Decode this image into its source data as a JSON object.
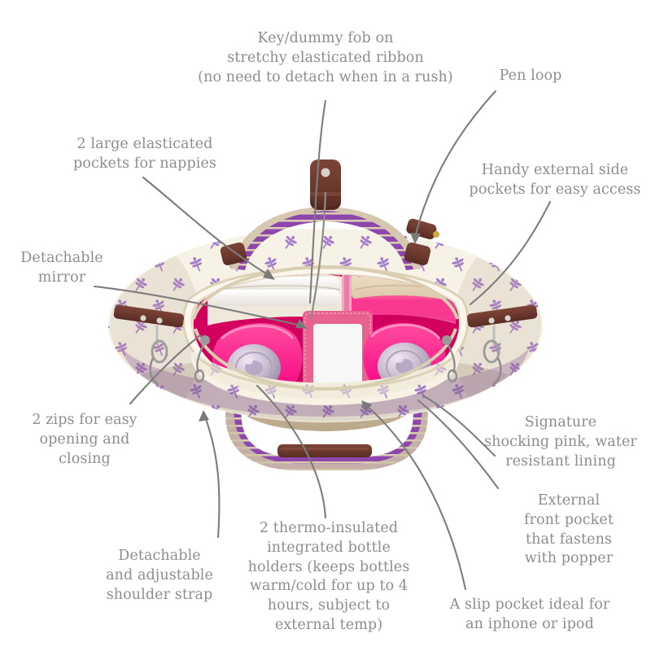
{
  "figure": {
    "subject": "changing bag product feature diagram",
    "background_color": "#ffffff",
    "text_color": "#8d8d8d",
    "leader_line_color": "#7d7d7d"
  },
  "callouts": [
    {
      "id": "key-fob",
      "text": "Key/dummy fob on\nstretchy elasticated ribbon\n(no need to detach when in a rush)"
    },
    {
      "id": "pen-loop",
      "text": "Pen loop"
    },
    {
      "id": "nappy-pockets",
      "text": "2 large elasticated\npockets for nappies"
    },
    {
      "id": "side-pockets",
      "text": "Handy external side\npockets for easy access"
    },
    {
      "id": "mirror",
      "text": "Detachable\nmirror"
    },
    {
      "id": "zips",
      "text": "2 zips for easy\nopening and\nclosing"
    },
    {
      "id": "lining",
      "text": "Signature\nshocking pink, water\nresistant lining"
    },
    {
      "id": "front-pocket",
      "text": "External\nfront pocket\nthat fastens\nwith popper"
    },
    {
      "id": "shoulder-strap",
      "text": "Detachable\nand adjustable\nshoulder strap"
    },
    {
      "id": "bottle-holders",
      "text": "2 thermo-insulated\nintegrated bottle\nholders (keeps bottles\nwarm/cold for up to 4\nhours, subject to\nexternal temp)"
    },
    {
      "id": "slip-pocket",
      "text": "A slip pocket ideal for\nan iphone or ipod"
    }
  ],
  "product": {
    "name": "nappy changing bag",
    "colors": {
      "outer_fabric": "#f6f1e4",
      "pattern_motif": "#9a6fc0",
      "lining": "#d4005f",
      "elastic_pocket": "#ff2a8f",
      "leather_trim": "#6e3b30",
      "webbing_purple": "#8e44ad",
      "webbing_cream": "#d9cdb4",
      "base_suede": "#c3b396"
    }
  }
}
